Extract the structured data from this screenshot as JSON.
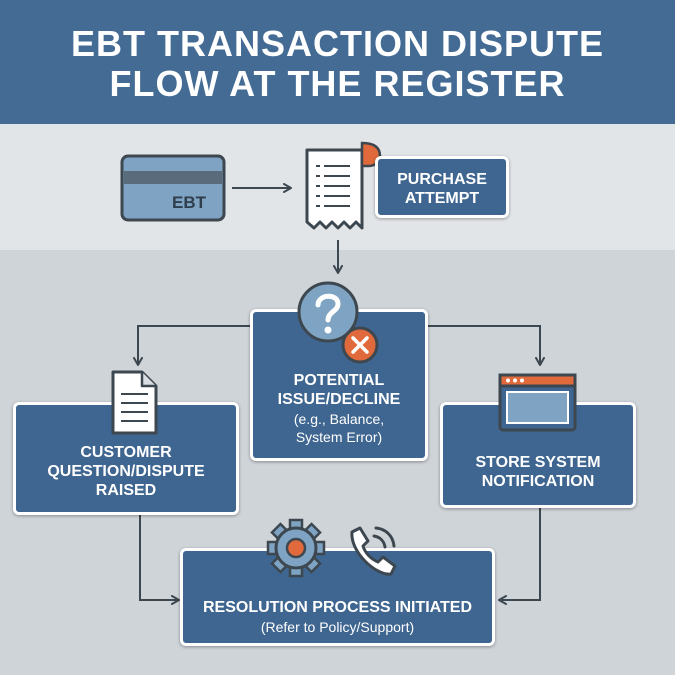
{
  "title": {
    "line1": "EBT TRANSACTION DISPUTE",
    "line2": "FLOW AT THE REGISTER"
  },
  "card": {
    "text": "EBT"
  },
  "nodes": {
    "purchase": {
      "line1": "PURCHASE",
      "line2": "ATTEMPT"
    },
    "issue": {
      "line1": "POTENTIAL",
      "line2": "ISSUE/DECLINE",
      "sub1": "(e.g., Balance,",
      "sub2": "System Error)"
    },
    "customer": {
      "line1": "CUSTOMER",
      "line2": "QUESTION/DISPUTE",
      "line3": "RAISED"
    },
    "store": {
      "line1": "STORE SYSTEM",
      "line2": "NOTIFICATION"
    },
    "resolution": {
      "line1": "RESOLUTION PROCESS INITIATED",
      "sub1": "(Refer to Policy/Support)"
    }
  },
  "colors": {
    "header": "#436b94",
    "box": "#3f6690",
    "accent": "#e06a3b",
    "arrow": "#3d4750",
    "icon_light": "#7fa3c2"
  },
  "icons": [
    "credit-card-icon",
    "receipt-icon",
    "question-icon",
    "error-x-icon",
    "document-icon",
    "browser-window-icon",
    "gear-icon",
    "phone-icon"
  ]
}
